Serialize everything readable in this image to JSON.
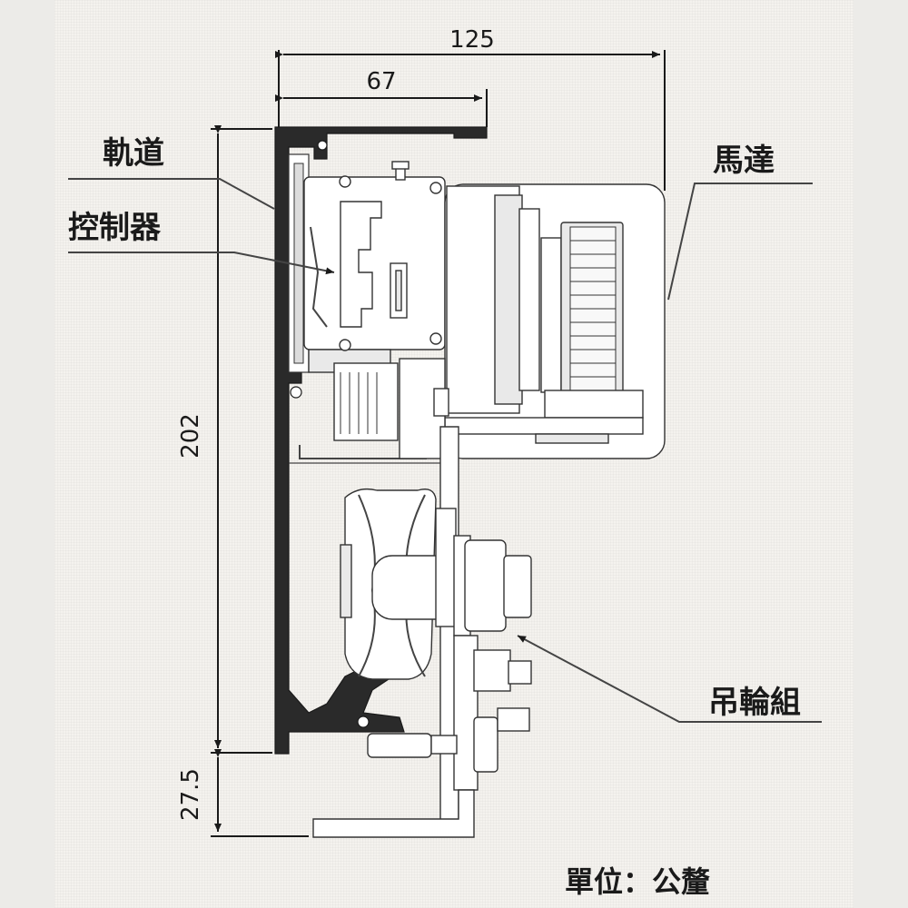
{
  "dimensions": {
    "width_total": "125",
    "width_partial": "67",
    "height_main": "202",
    "height_bottom": "27.5"
  },
  "labels": {
    "track": "軌道",
    "controller": "控制器",
    "motor": "馬達",
    "pulley": "吊輪組"
  },
  "unit_note": "單位：公釐"
}
